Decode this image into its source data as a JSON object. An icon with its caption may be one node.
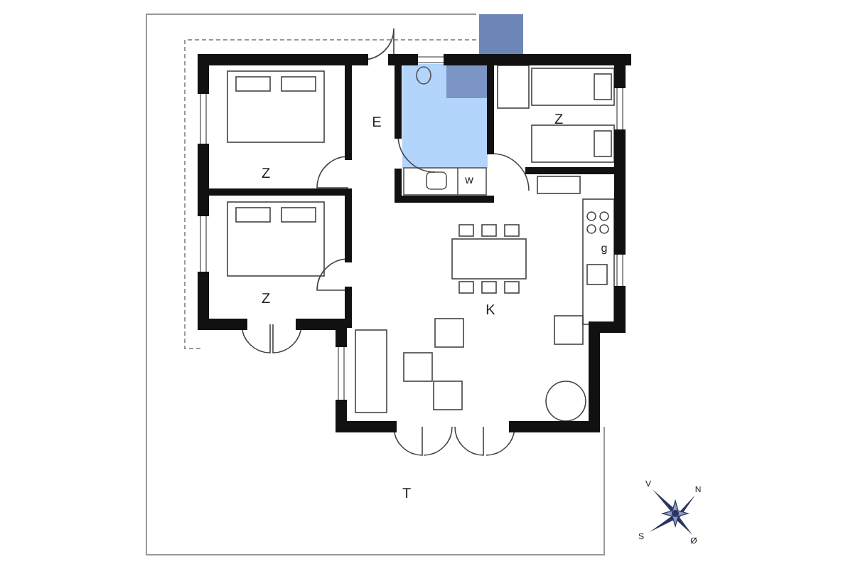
{
  "diagram": {
    "labels": [
      "E",
      "Z",
      "w",
      "Z",
      "g",
      "Z",
      "K",
      "T",
      "V",
      "N",
      "S",
      "Ø"
    ]
  }
}
